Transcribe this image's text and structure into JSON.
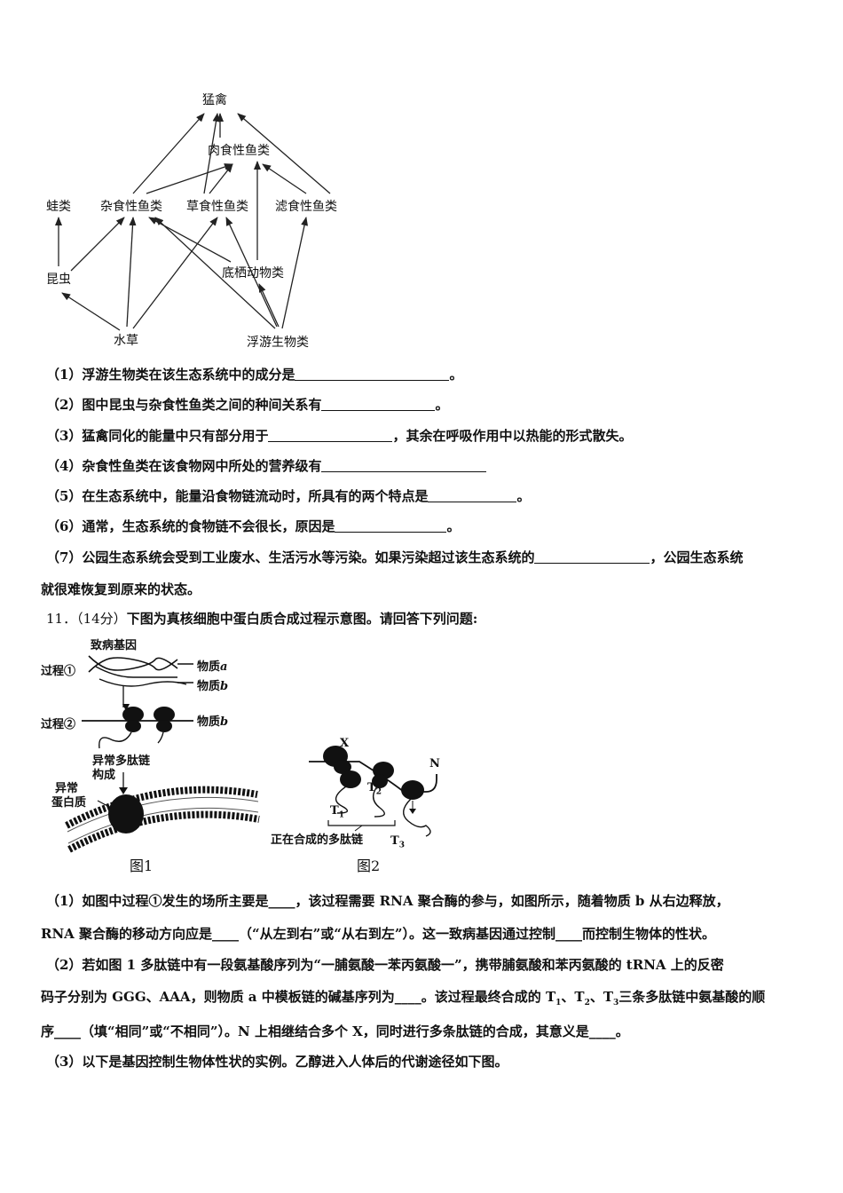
{
  "food_web": {
    "nodes": {
      "raptor": "猛禽",
      "carnivorous_fish": "肉食性鱼类",
      "frogs": "蛙类",
      "omnivorous_fish": "杂食性鱼类",
      "herbivorous_fish": "草食性鱼类",
      "filter_fish": "滤食性鱼类",
      "insects": "昆虫",
      "benthic": "底栖动物类",
      "aquatic_plants": "水草",
      "plankton": "浮游生物类"
    }
  },
  "questions_10": [
    {
      "pre": "（1）浮游生物类在该生态系统中的成分是",
      "post": "。"
    },
    {
      "pre": "（2）图中昆虫与杂食性鱼类之间的种间关系有",
      "post": "。"
    },
    {
      "pre": "（3）猛禽同化的能量中只有部分用于",
      "post": "，其余在呼吸作用中以热能的形式散失。"
    },
    {
      "pre": "（4）杂食性鱼类在该食物网中所处的营养级有",
      "post": ""
    },
    {
      "pre": "（5）在生态系统中，能量沿食物链流动时，所具有的两个特点是",
      "post": "。"
    },
    {
      "pre": "（6）通常，生态系统的食物链不会很长，原因是",
      "post": "。"
    },
    {
      "pre": "（7）公园生态系统会受到工业废水、生活污水等污染。如果污染超过该生态系统的",
      "post": "，公园生态系统"
    }
  ],
  "q10_continuation": "就很难恢复到原来的状态。",
  "q11": {
    "number": "11．",
    "score": "（14分）",
    "stem": "下图为真核细胞中蛋白质合成过程示意图。请回答下列问题:"
  },
  "fig1": {
    "gene": "致病基因",
    "process1": "过程①",
    "process2": "过程②",
    "substance_a": "物质",
    "a": "a",
    "substance_b1": "物质",
    "b1": "b",
    "substance_b2": "物质",
    "b2": "b",
    "abnormal_chain_1": "异常多肽链",
    "abnormal_chain_2": "构成",
    "abnormal_protein_1": "异常",
    "abnormal_protein_2": "蛋白质",
    "caption": "图1"
  },
  "fig2": {
    "x": "X",
    "n": "N",
    "t1": "T",
    "t1s": "1",
    "t2": "T",
    "t2s": "2",
    "t3": "T",
    "t3s": "3",
    "chain": "正在合成的多肽链",
    "caption": "图2"
  },
  "q11_parts": {
    "p1_line1": "（1）如图中过程①发生的场所主要是____，该过程需要 RNA 聚合酶的参与，如图所示，随着物质 b 从右边释放，",
    "p1_line2": "RNA 聚合酶的移动方向应是____（“从左到右”或“从右到左”）。这一致病基因通过控制____而控制生物体的性状。",
    "p2_line1": "（2）若如图 1 多肽链中有一段氨基酸序列为“一脯氨酸一苯丙氨酸一”，携带脯氨酸和苯丙氨酸的 tRNA 上的反密",
    "p2_line2a": "码子分别为 GGG、AAA，则物质 a 中模板链的碱基序列为____。该过程最终合成的 T",
    "p2_sub1": "1",
    "p2_sep1": "、T",
    "p2_sub2": "2",
    "p2_sep2": "、T",
    "p2_sub3": "3",
    "p2_line2b": "三条多肽链中氨基酸的顺",
    "p2_line3": "序____（填“相同”或“不相同”）。N 上相继结合多个 X，同时进行多条肽链的合成，其意义是____。",
    "p3_line1": "（3）以下是基因控制生物体性状的实例。乙醇进入人体后的代谢途径如下图。"
  }
}
